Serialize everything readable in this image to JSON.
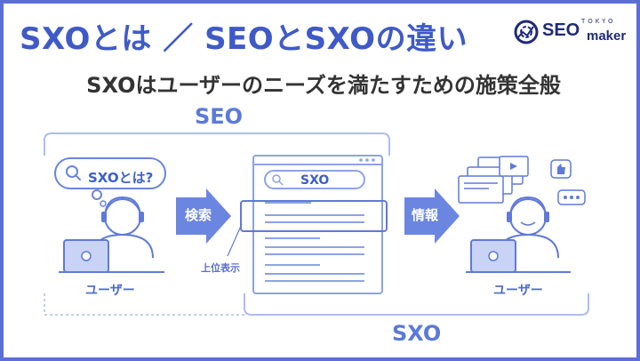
{
  "title": "SXOとは ／ SEOとSXOの違い",
  "subtitle": "SXOはユーザーのニーズを満たすための施策全般",
  "logo": {
    "main": "SEO",
    "sub": "maker",
    "tagline": "TOKYO"
  },
  "diagram": {
    "seo_label": "SEO",
    "sxo_label": "SXO",
    "bubble_text": "SXOとは?",
    "arrow_search": "検索",
    "arrow_info": "情報",
    "user_left": "ユーザー",
    "user_right": "ユーザー",
    "rank_label": "上位表示",
    "search_box": "SXO"
  },
  "colors": {
    "accent": "#3f5ac8",
    "light_blue": "#aebcef",
    "line_blue": "#8da3e6",
    "text_dark": "#333333"
  }
}
